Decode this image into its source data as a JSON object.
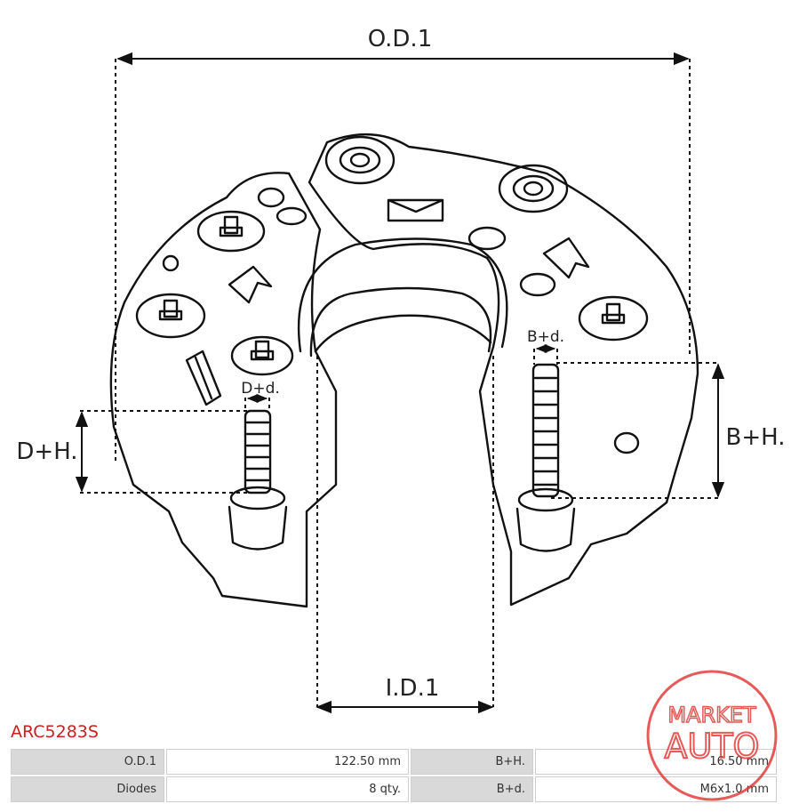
{
  "part_number": "ARC5283S",
  "dimension_labels": {
    "od": "O.D.1",
    "id": "I.D.1",
    "dh": "D+H.",
    "dd": "D+d.",
    "bh": "B+H.",
    "bd": "B+d."
  },
  "specs": [
    [
      {
        "label": "O.D.1",
        "value": "122.50 mm"
      },
      {
        "label": "B+H.",
        "value": "16.50 mm"
      }
    ],
    [
      {
        "label": "Diodes",
        "value": "8 qty."
      },
      {
        "label": "B+d.",
        "value": "M6x1.0 mm"
      }
    ]
  ],
  "watermark": {
    "top": "MARKET",
    "bottom": "AUTO",
    "color": "#e0312f"
  }
}
